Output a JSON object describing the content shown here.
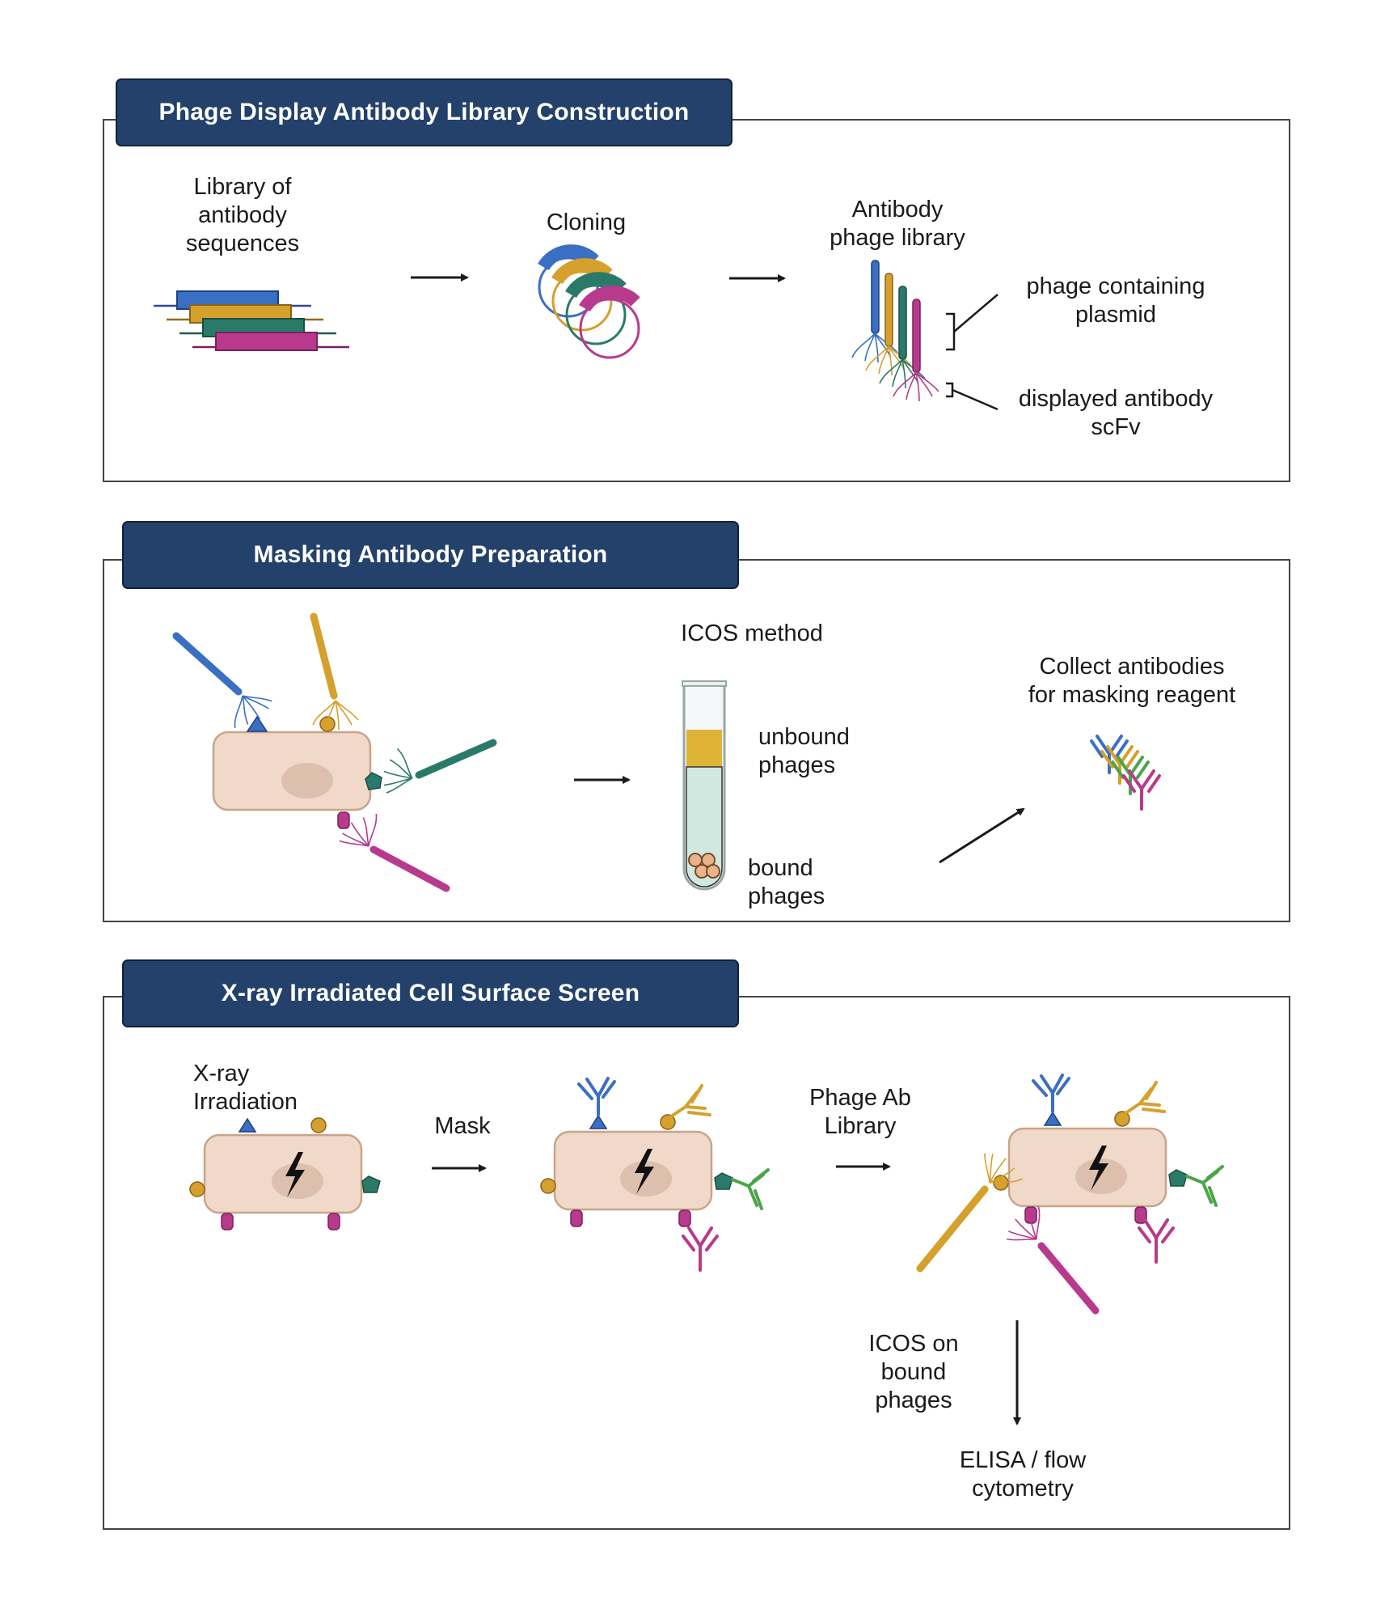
{
  "section1": {
    "title": "Phage Display Antibody Library Construction",
    "label_sequences": "Library of\nantibody\nsequences",
    "label_cloning": "Cloning",
    "label_phage_library": "Antibody\nphage library",
    "label_plasmid": "phage containing\nplasmid",
    "label_scfv": "displayed antibody\nscFv"
  },
  "section2": {
    "title": "Masking Antibody Preparation",
    "label_icos": "ICOS method",
    "label_unbound": "unbound\nphages",
    "label_bound": "bound\nphages",
    "label_collect": "Collect antibodies\nfor masking reagent"
  },
  "section3": {
    "title": "X-ray Irradiated Cell Surface Screen",
    "label_xray": "X-ray\nIrradiation",
    "label_mask": "Mask",
    "label_phage_ab": "Phage Ab\nLibrary",
    "label_icos_bound": "ICOS on\nbound\nphages",
    "label_elisa": "ELISA / flow\ncytometry"
  },
  "colors": {
    "blue": "#3a6fc4",
    "gold": "#d6a02c",
    "teal": "#2a7a6a",
    "magenta": "#b83a8c",
    "green": "#4aa648",
    "cell": "#f0d9c8",
    "banner": "#23416b"
  }
}
